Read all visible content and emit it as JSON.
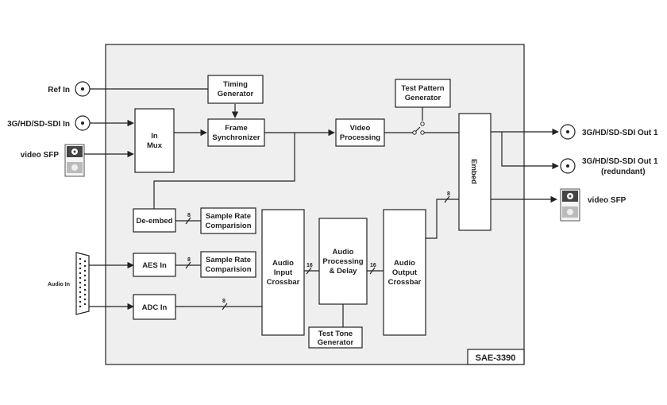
{
  "board": {
    "model": "SAE-3390"
  },
  "io": {
    "ref_in": "Ref In",
    "sdi_in": "3G/HD/SD-SDI In",
    "sfp_in": "video SFP",
    "audio_in": "Audio In",
    "sdi_out1": "3G/HD/SD-SDI Out 1",
    "sdi_out1_red_1": "3G/HD/SD-SDI Out 1",
    "sdi_out1_red_2": "(redundant)",
    "sfp_out": "video SFP"
  },
  "blocks": {
    "timing": [
      "Timing",
      "Generator"
    ],
    "inmux": [
      "In",
      "Mux"
    ],
    "framesync": [
      "Frame",
      "Synchronizer"
    ],
    "videoproc": [
      "Video",
      "Processing"
    ],
    "testpattern": [
      "Test Pattern",
      "Generator"
    ],
    "embed": "Embed",
    "deembed": "De-embed",
    "src1": [
      "Sample Rate",
      "Comparision"
    ],
    "src2": [
      "Sample Rate",
      "Comparision"
    ],
    "aesin": "AES In",
    "adcin": "ADC In",
    "inputxbar": [
      "Audio",
      "Input",
      "Crossbar"
    ],
    "audioproc": [
      "Audio",
      "Processing",
      "& Delay"
    ],
    "outputxbar": [
      "Audio",
      "Output",
      "Crossbar"
    ],
    "testtone": [
      "Test Tone",
      "Generator"
    ]
  },
  "bus": {
    "b8a": "8",
    "b8b": "8",
    "b8c": "8",
    "b16a": "16",
    "b16b": "16",
    "b8d": "8"
  }
}
